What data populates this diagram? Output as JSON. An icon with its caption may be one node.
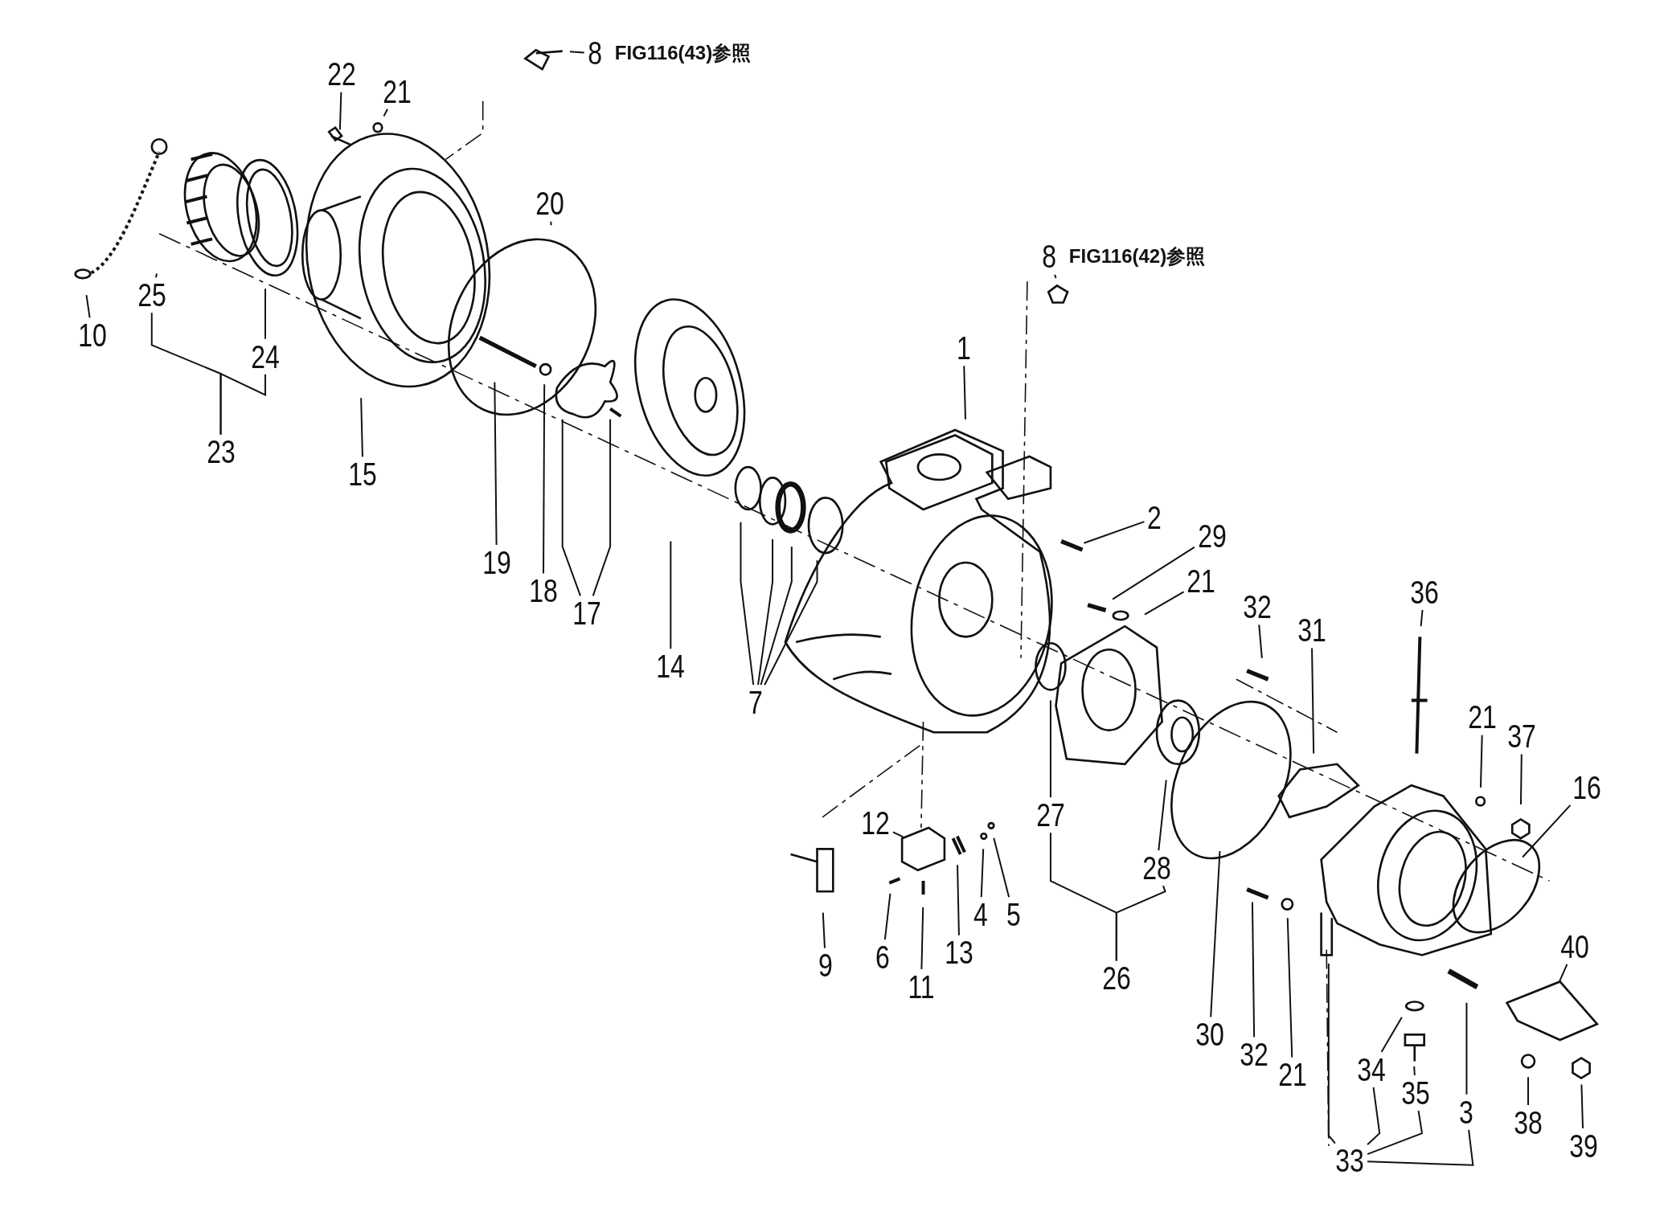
{
  "diagram": {
    "nodes": [
      {
        "text": [
          "8"
        ],
        "beside": [
          "FIG116(43)参照"
        ]
      },
      {
        "text": [
          "22"
        ]
      },
      {
        "text": [
          "21"
        ]
      },
      {
        "text": [
          "20"
        ]
      },
      {
        "text": [
          "8"
        ],
        "beside": [
          "FIG116(42)参照"
        ]
      },
      {
        "text": [
          "25"
        ]
      },
      {
        "text": [
          "10"
        ]
      },
      {
        "text": [
          "1"
        ]
      },
      {
        "text": [
          "24"
        ]
      },
      {
        "text": [
          "23"
        ]
      },
      {
        "text": [
          "15"
        ]
      },
      {
        "text": [
          "2"
        ]
      },
      {
        "text": [
          "29"
        ]
      },
      {
        "text": [
          "19"
        ]
      },
      {
        "text": [
          "21"
        ]
      },
      {
        "text": [
          "18"
        ]
      },
      {
        "text": [
          "36"
        ]
      },
      {
        "text": [
          "32"
        ]
      },
      {
        "text": [
          "31"
        ]
      },
      {
        "text": [
          "17"
        ]
      },
      {
        "text": [
          "14"
        ]
      },
      {
        "text": [
          "7"
        ]
      },
      {
        "text": [
          "21"
        ]
      },
      {
        "text": [
          "37"
        ]
      },
      {
        "text": [
          "16"
        ]
      },
      {
        "text": [
          "27"
        ]
      },
      {
        "text": [
          "12"
        ]
      },
      {
        "text": [
          "28"
        ]
      },
      {
        "text": [
          "4"
        ]
      },
      {
        "text": [
          "5"
        ]
      },
      {
        "text": [
          "40"
        ]
      },
      {
        "text": [
          "13"
        ]
      },
      {
        "text": [
          "6"
        ]
      },
      {
        "text": [
          "9"
        ]
      },
      {
        "text": [
          "26"
        ]
      },
      {
        "text": [
          "11"
        ]
      },
      {
        "text": [
          "30"
        ]
      },
      {
        "text": [
          "32"
        ]
      },
      {
        "text": [
          "21"
        ]
      },
      {
        "text": [
          "34"
        ]
      },
      {
        "text": [
          "35"
        ]
      },
      {
        "text": [
          "3"
        ]
      },
      {
        "text": [
          "38"
        ]
      },
      {
        "text": [
          "39"
        ]
      },
      {
        "text": [
          "33"
        ]
      }
    ],
    "edges": [
      {
        "from": 0,
        "to": null,
        "arrow": "none"
      },
      {
        "from": 1,
        "to": null,
        "arrow": "none"
      },
      {
        "from": 2,
        "to": null,
        "arrow": "none"
      },
      {
        "from": 3,
        "to": null,
        "arrow": "none"
      },
      {
        "from": 4,
        "to": null,
        "arrow": "none"
      },
      {
        "from": 5,
        "to": null,
        "arrow": "none"
      },
      {
        "from": 6,
        "to": null,
        "arrow": "none"
      },
      {
        "from": 7,
        "to": null,
        "arrow": "none"
      },
      {
        "from": 8,
        "to": null,
        "arrow": "none"
      },
      {
        "from": 10,
        "to": null,
        "arrow": "none"
      },
      {
        "from": 11,
        "to": null,
        "arrow": "none"
      },
      {
        "from": 12,
        "to": null,
        "arrow": "none"
      },
      {
        "from": 13,
        "to": null,
        "arrow": "none"
      },
      {
        "from": 14,
        "to": null,
        "arrow": "none"
      },
      {
        "from": 15,
        "to": null,
        "arrow": "none"
      },
      {
        "from": 16,
        "to": null,
        "arrow": "none"
      },
      {
        "from": 17,
        "to": null,
        "arrow": "none"
      },
      {
        "from": 18,
        "to": null,
        "arrow": "none"
      },
      {
        "from": 20,
        "to": null,
        "arrow": "none"
      },
      {
        "from": 22,
        "to": null,
        "arrow": "none"
      },
      {
        "from": 23,
        "to": null,
        "arrow": "none"
      },
      {
        "from": 24,
        "to": null,
        "arrow": "none"
      },
      {
        "from": 25,
        "to": null,
        "arrow": "none"
      },
      {
        "from": 26,
        "to": null,
        "arrow": "none"
      },
      {
        "from": 27,
        "to": null,
        "arrow": "none"
      },
      {
        "from": 28,
        "to": null,
        "arrow": "none"
      },
      {
        "from": 29,
        "to": null,
        "arrow": "none"
      },
      {
        "from": 30,
        "to": null,
        "arrow": "none"
      },
      {
        "from": 31,
        "to": null,
        "arrow": "none"
      },
      {
        "from": 32,
        "to": null,
        "arrow": "none"
      },
      {
        "from": 33,
        "to": null,
        "arrow": "none"
      },
      {
        "from": 35,
        "to": null,
        "arrow": "none"
      },
      {
        "from": 36,
        "to": null,
        "arrow": "none"
      },
      {
        "from": 37,
        "to": null,
        "arrow": "none"
      },
      {
        "from": 38,
        "to": null,
        "arrow": "none"
      },
      {
        "from": 39,
        "to": null,
        "arrow": "none"
      },
      {
        "from": 40,
        "to": null,
        "arrow": "none"
      },
      {
        "from": 41,
        "to": null,
        "arrow": "none"
      },
      {
        "from": 42,
        "to": null,
        "arrow": "none"
      },
      {
        "from": 43,
        "to": null,
        "arrow": "none"
      },
      {
        "from": 5,
        "to": 9,
        "arrow": "none"
      },
      {
        "from": 8,
        "to": 9,
        "arrow": "none"
      },
      {
        "from": 19,
        "to": null,
        "arrow": "none"
      },
      {
        "from": 19,
        "to": null,
        "arrow": "none"
      },
      {
        "from": 21,
        "to": null,
        "arrow": "none"
      },
      {
        "from": 21,
        "to": null,
        "arrow": "none"
      },
      {
        "from": 21,
        "to": null,
        "arrow": "none"
      },
      {
        "from": 21,
        "to": null,
        "arrow": "none"
      },
      {
        "from": 25,
        "to": 34,
        "arrow": "none"
      },
      {
        "from": 27,
        "to": 34,
        "arrow": "none"
      },
      {
        "from": 39,
        "to": 44,
        "arrow": "none"
      },
      {
        "from": 40,
        "to": 44,
        "arrow": "none"
      },
      {
        "from": 41,
        "to": 44,
        "arrow": "none"
      },
      {
        "from": 44,
        "to": null,
        "arrow": "none"
      }
    ]
  }
}
